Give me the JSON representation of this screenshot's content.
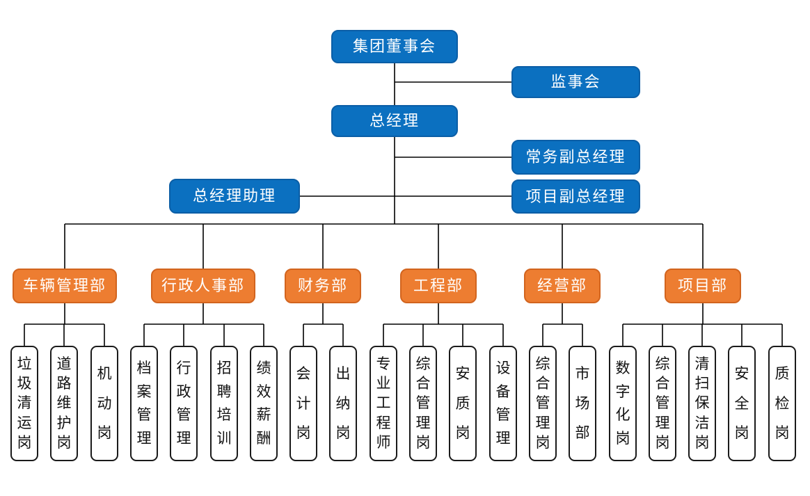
{
  "colors": {
    "blue": "#0b70c0",
    "blue_border": "#0b5ea6",
    "orange": "#ed7d31",
    "orange_border": "#d2641e",
    "line": "#000000",
    "leaf_border": "#1a1a1a"
  },
  "org": {
    "board": {
      "label": "集团董事会"
    },
    "supervisory": {
      "label": "监事会"
    },
    "gm": {
      "label": "总经理"
    },
    "exec_deputy_gm": {
      "label": "常务副总经理"
    },
    "gm_assistant": {
      "label": "总经理助理"
    },
    "project_deputy_gm": {
      "label": "项目副总经理"
    },
    "departments": [
      {
        "label": "车辆管理部",
        "posts": [
          "垃圾清运岗",
          "道路维护岗",
          "机动岗"
        ]
      },
      {
        "label": "行政人事部",
        "posts": [
          "档案管理",
          "行政管理",
          "招聘培训",
          "绩效薪酬"
        ]
      },
      {
        "label": "财务部",
        "posts": [
          "会计岗",
          "出纳岗"
        ]
      },
      {
        "label": "工程部",
        "posts": [
          "专业工程师",
          "综合管理岗",
          "安质岗",
          "设备管理"
        ]
      },
      {
        "label": "经营部",
        "posts": [
          "综合管理岗",
          "市场部"
        ]
      },
      {
        "label": "项目部",
        "posts": [
          "数字化岗",
          "综合管理岗",
          "清扫保洁岗",
          "安全岗",
          "质检岗"
        ]
      }
    ]
  }
}
